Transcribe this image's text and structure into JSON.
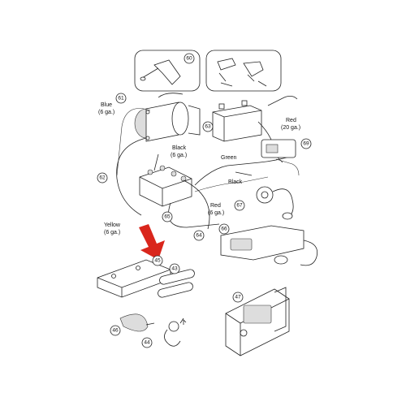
{
  "labels": {
    "blue": "Blue",
    "blue_ga": "(6 ga.)",
    "black_top": "Black",
    "black_top_ga": "(6 ga.)",
    "green": "Green",
    "black_mid": "Black",
    "red_right": "Red",
    "red_right_ga": "(20 ga.)",
    "red_mid": "Red",
    "red_mid_ga": "(6 ga.)",
    "yellow": "Yellow",
    "yellow_ga": "(6 ga.)"
  },
  "callouts": {
    "c60": "60",
    "c61": "61",
    "c63": "63",
    "c69": "69",
    "c62": "62",
    "c65": "65",
    "c64": "64",
    "c67": "67",
    "c66": "66",
    "c45": "45",
    "c43": "43",
    "c47": "47",
    "c46": "46",
    "c44": "44"
  },
  "colors": {
    "arrow": "#d9261c",
    "line": "#222222",
    "shade": "#dddddd"
  }
}
